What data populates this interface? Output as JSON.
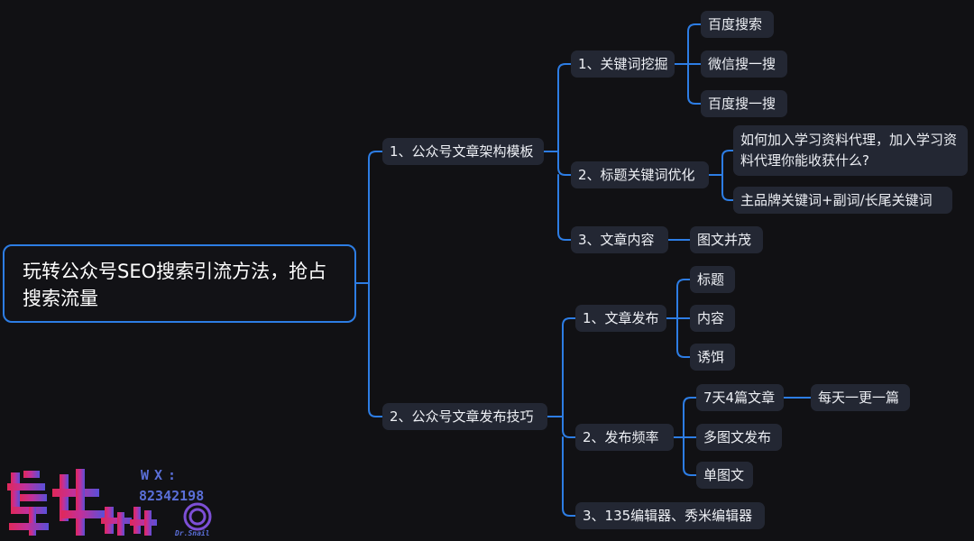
{
  "root": {
    "label": "玩转公众号SEO搜索引流方法，抢占搜索流量"
  },
  "branches": {
    "b1": {
      "label": "1、公众号文章架构模板",
      "s1": {
        "label": "1、关键词挖掘",
        "leaves": [
          "百度搜索",
          "微信搜一搜",
          "百度搜一搜"
        ]
      },
      "s2": {
        "label": "2、标题关键词优化",
        "leaves": [
          "如何加入学习资料代理，加入学习资料代理你能收获什么?",
          "主品牌关键词+副词/长尾关键词"
        ]
      },
      "s3": {
        "label": "3、文章内容",
        "leaves": [
          "图文并茂"
        ]
      }
    },
    "b2": {
      "label": "2、公众号文章发布技巧",
      "s1": {
        "label": "1、文章发布",
        "leaves": [
          "标题",
          "内容",
          "诱饵"
        ]
      },
      "s2": {
        "label": "2、发布频率",
        "leaves": [
          "7天4篇文章",
          "多图文发布",
          "单图文"
        ],
        "sub": "每天一更一篇"
      },
      "s3": {
        "label": "3、135编辑器、秀米编辑器"
      }
    }
  },
  "watermark": {
    "wx_label": "WX:",
    "wx_number": "82342198",
    "logo_text": "蜗牛教授",
    "signature": "Dr.Snail"
  },
  "colors": {
    "connector": "#2d7de4",
    "node_bg": "#232733",
    "background": "#111114"
  }
}
